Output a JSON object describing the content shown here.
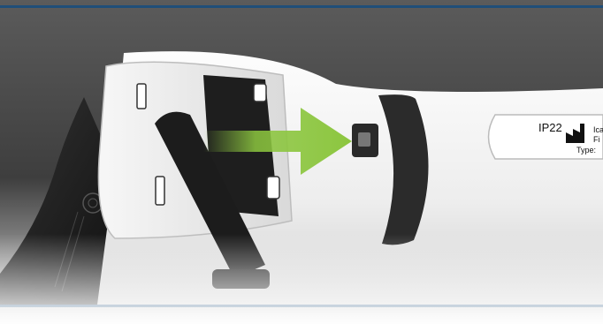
{
  "device_label": {
    "ip_rating": "IP22",
    "name_fragment": "Ica",
    "line_fragment": "Fi",
    "type_label": "Type:",
    "manufacturer_icon": "factory-icon"
  },
  "instruction": {
    "arrow_icon": "insert-arrow-icon",
    "arrow_color": "#8cc63f"
  },
  "colors": {
    "background_top": "#4a4a4a",
    "frame_border": "#1f4e79",
    "device_body": "#f2f2f2",
    "strap": "#2b2b2b"
  }
}
